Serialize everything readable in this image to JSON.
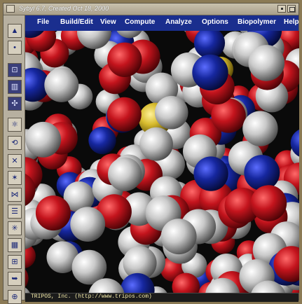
{
  "window": {
    "title": "Sybyl 6.7, Created Oct 18, 2000"
  },
  "menu": {
    "items": [
      "File",
      "Build/Edit",
      "View",
      "Compute",
      "Analyze",
      "Options",
      "Biopolymer",
      "Help"
    ]
  },
  "toolbar": {
    "reset_label": "Reset",
    "tools": [
      {
        "icon": "up-arrow-icon"
      },
      {
        "icon": "dot-icon"
      },
      {
        "icon": "molecule-area-icon"
      },
      {
        "icon": "panel-icon"
      },
      {
        "icon": "atom-cluster-icon"
      },
      {
        "icon": "reset-molecule-icon"
      },
      {
        "icon": "rotate-molecule-icon"
      },
      {
        "icon": "zoom-molecule-icon"
      },
      {
        "icon": "bond-icon"
      },
      {
        "icon": "chain-icon"
      },
      {
        "icon": "stack-icon"
      },
      {
        "icon": "network-icon"
      },
      {
        "icon": "grid-table-icon"
      },
      {
        "icon": "grid-icon"
      },
      {
        "icon": "export-arrow-icon"
      },
      {
        "icon": "target-icon"
      }
    ]
  },
  "status": {
    "text": "TRIPOS, Inc. (http://www.tripos.com)"
  },
  "colors": {
    "menubar": "#1a2e8e",
    "oxygen": "#b5121b",
    "carbon": "#c8c8c8",
    "nitrogen": "#12229a",
    "sulfur": "#d4b82c"
  }
}
